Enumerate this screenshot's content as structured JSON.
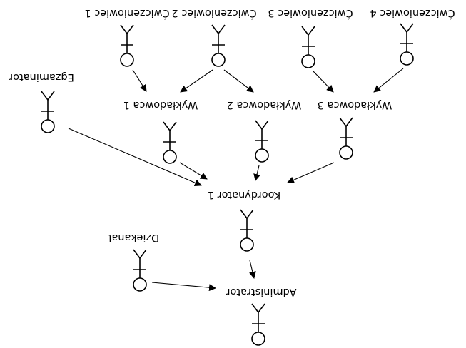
{
  "diagram": {
    "title": "",
    "roles": {
      "cw1": "Ćwiczeniowiec 1",
      "cw2": "Ćwiczeniowiec 2",
      "cw3": "Ćwiczeniowiec 3",
      "cw4": "Ćwiczeniowiec 4",
      "egz": "Egzaminator",
      "wyk1": "Wykładowca 1",
      "wyk2": "Wykładowca 2",
      "wyk3": "Wykładowca 3",
      "koord": "Koordynator 1",
      "dziek": "Dziekanat",
      "admin": "Administrator"
    },
    "edges": [
      {
        "from": "cw1",
        "to": "wyk1"
      },
      {
        "from": "cw2",
        "to": "wyk1"
      },
      {
        "from": "cw2",
        "to": "wyk2"
      },
      {
        "from": "cw3",
        "to": "wyk3"
      },
      {
        "from": "cw4",
        "to": "wyk3"
      },
      {
        "from": "egz",
        "to": "koord"
      },
      {
        "from": "wyk1",
        "to": "koord"
      },
      {
        "from": "wyk2",
        "to": "koord"
      },
      {
        "from": "wyk3",
        "to": "koord"
      },
      {
        "from": "koord",
        "to": "admin"
      },
      {
        "from": "dziek",
        "to": "admin"
      }
    ]
  }
}
